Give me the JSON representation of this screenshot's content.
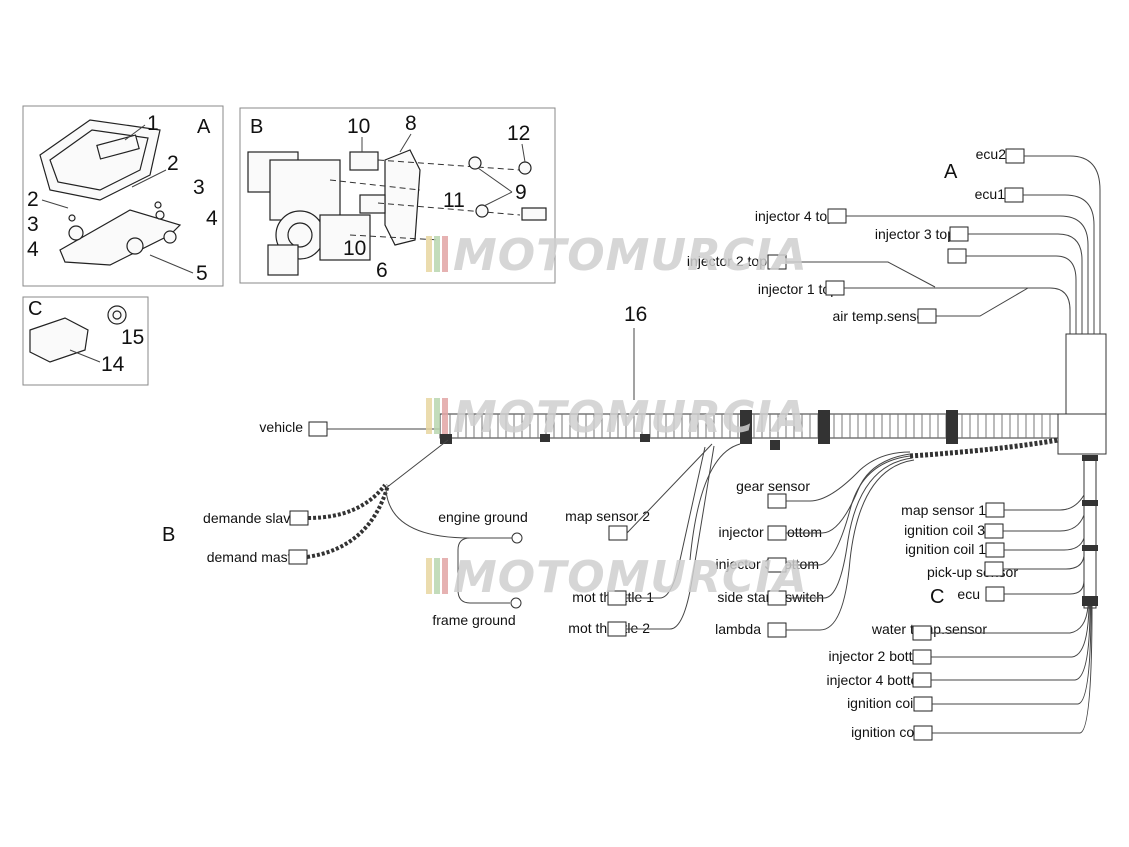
{
  "panels": {
    "a": {
      "letter": "A",
      "numbers": [
        "1",
        "2",
        "2",
        "3",
        "3",
        "4",
        "4",
        "5"
      ]
    },
    "b": {
      "letter": "B",
      "numbers": [
        "10",
        "8",
        "12",
        "9",
        "11",
        "10",
        "6"
      ]
    },
    "c": {
      "letter": "C",
      "numbers": [
        "15",
        "14"
      ]
    }
  },
  "harness_number": "16",
  "group_letters": {
    "a": "A",
    "b": "B",
    "c": "C"
  },
  "watermark": "MOTOMURCIA",
  "connectors": {
    "ecu2": "ecu2",
    "ecu1": "ecu1",
    "injector_4_top": "injector 4 top",
    "injector_3_top": "injector 3 top",
    "injector_2_top": "injector 2 top",
    "injector_1_top": "injector 1 top",
    "air_temp_sensor": "air temp.sensor",
    "vehicle": "vehicle",
    "demande_slave": "demande slave",
    "demand_master": "demand master",
    "engine_ground": "engine ground",
    "frame_ground": "frame ground",
    "map_sensor_2": "map sensor 2",
    "mot_throttle_1": "mot throttle 1",
    "mot_throttle_2": "mot throttle 2",
    "gear_sensor": "gear sensor",
    "injector_1_bottom": "injector 1 bottom",
    "injector_3_bottom": "injector 3 bottom",
    "side_stand_switch": "side stand switch",
    "lambda": "lambda",
    "map_sensor_1": "map sensor 1",
    "ignition_coil_3": "ignition coil 3",
    "ignition_coil_1": "ignition coil 1",
    "pick_up_sensor": "pick-up sensor",
    "ecu": "ecu",
    "water_temp_sensor": "water temp.sensor",
    "injector_2_bottom": "injector 2 bottom",
    "injector_4_bottom": "injector 4 bottom",
    "ignition_coil_2": "ignition coil 2",
    "ignition_coil_4": "ignition coil 4"
  }
}
